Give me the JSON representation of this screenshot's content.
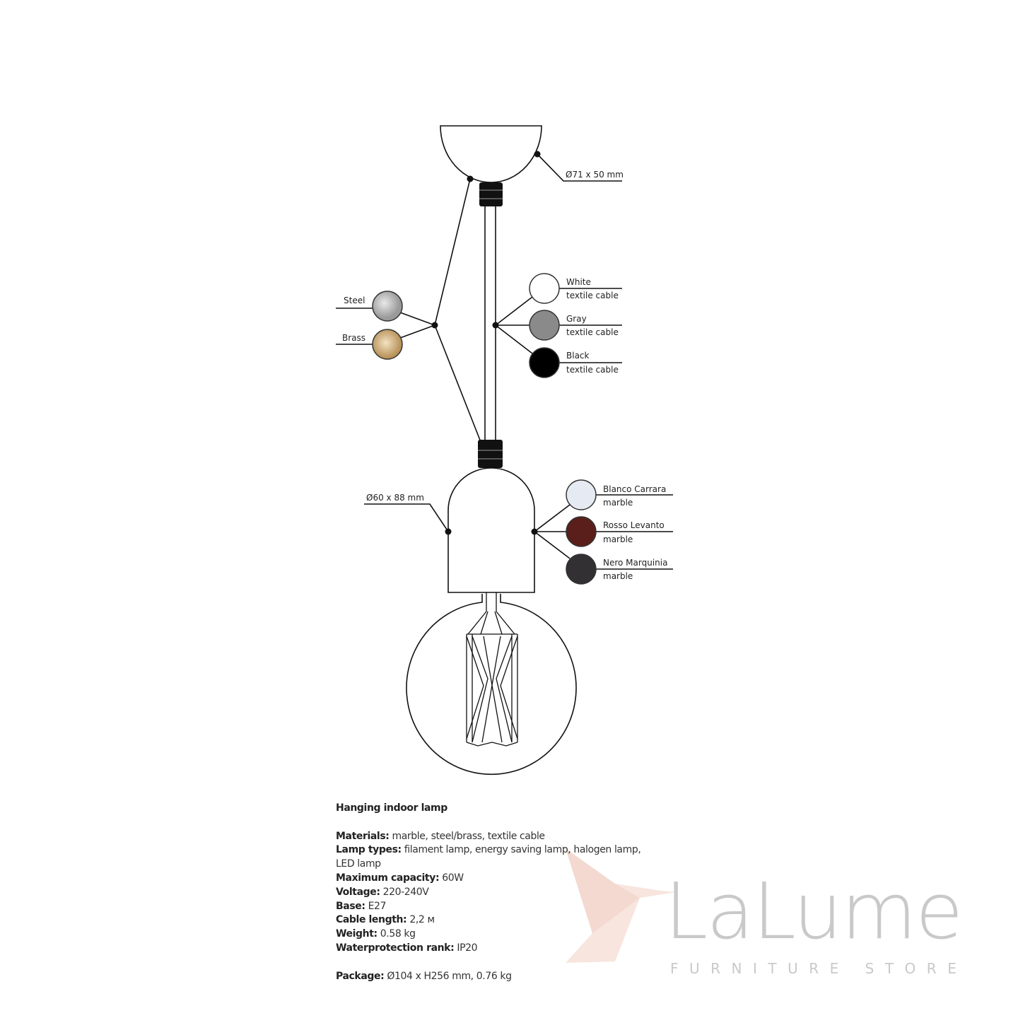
{
  "diagram": {
    "canopy_dimension": "Ø71 x 50 mm",
    "holder_dimension": "Ø60 x 88 mm",
    "metal_finishes": [
      {
        "label": "Steel",
        "color": "#b9b9b9"
      },
      {
        "label": "Brass",
        "color": "#d8b98a"
      }
    ],
    "cable_options": [
      {
        "label": "White",
        "sublabel": "textile cable",
        "color": "#ffffff"
      },
      {
        "label": "Gray",
        "sublabel": "textile cable",
        "color": "#8a8a8a"
      },
      {
        "label": "Black",
        "sublabel": "textile cable",
        "color": "#000000"
      }
    ],
    "marble_options": [
      {
        "label": "Blanco Carrara",
        "sublabel": "marble",
        "color": "#e6ebf3"
      },
      {
        "label": "Rosso Levanto",
        "sublabel": "marble",
        "color": "#5a1f1a"
      },
      {
        "label": "Nero Marquinia",
        "sublabel": "marble",
        "color": "#333033"
      }
    ]
  },
  "specs": {
    "title": "Hanging indoor lamp",
    "rows": [
      {
        "key": "Materials:",
        "value": "marble, steel/brass, textile cable"
      },
      {
        "key": "Lamp types:",
        "value": "filament lamp, energy saving lamp, halogen lamp, LED lamp"
      },
      {
        "key": "Maximum capacity:",
        "value": "60W"
      },
      {
        "key": "Voltage:",
        "value": "220-240V"
      },
      {
        "key": "Base:",
        "value": "E27"
      },
      {
        "key": "Cable length:",
        "value": "2,2 м"
      },
      {
        "key": "Weight:",
        "value": "0.58 kg"
      },
      {
        "key": "Waterprotection rank:",
        "value": "IP20"
      }
    ],
    "package": {
      "key": "Package:",
      "value": "Ø104 x H256 mm, 0.76 kg"
    }
  },
  "watermark": {
    "brand": "LaLume",
    "tagline": "FURNITURE STORE"
  }
}
